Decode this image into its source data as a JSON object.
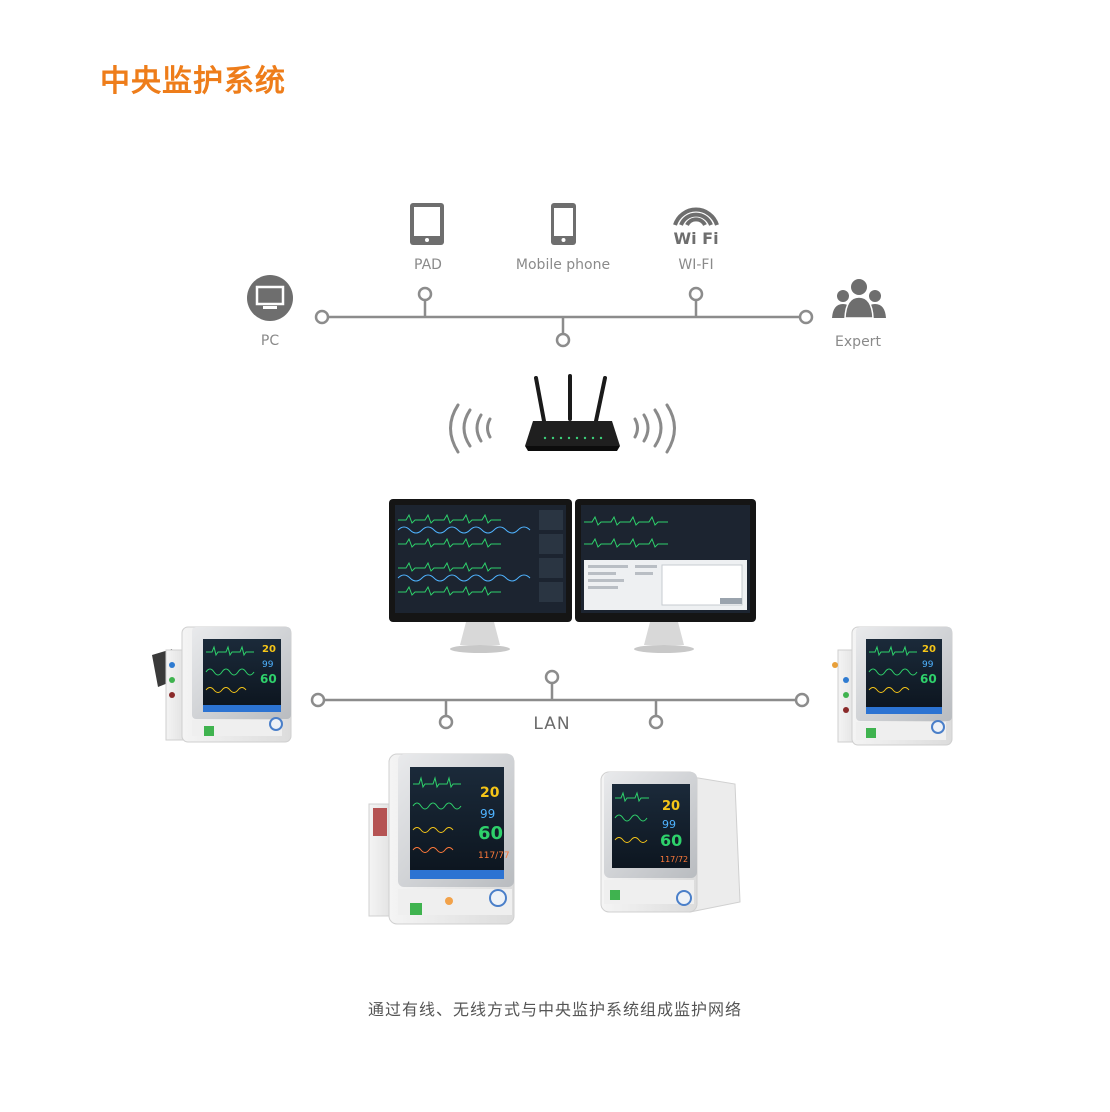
{
  "title": "中央监护系统",
  "colors": {
    "accent": "#ee7d1a",
    "line": "#8c8c8c",
    "icon": "#777777"
  },
  "top_network": {
    "nodes": [
      {
        "label": "PAD",
        "icon": "tablet-icon"
      },
      {
        "label": "Mobile phone",
        "icon": "mobile-phone-icon"
      },
      {
        "label": "WI-FI",
        "icon": "wifi-icon",
        "icon_text": "Wi Fi"
      },
      {
        "label": "PC",
        "icon": "pc-icon"
      },
      {
        "label": "Expert",
        "icon": "expert-group-icon"
      }
    ]
  },
  "router": {
    "icon": "wireless-router-icon"
  },
  "central_station": {
    "icon": "dual-monitor-workstation-icon"
  },
  "lan": {
    "label": "LAN"
  },
  "patient_monitors": [
    {
      "name": "monitor-left",
      "readings": [
        "20",
        "99",
        "60"
      ]
    },
    {
      "name": "monitor-right",
      "readings": [
        "20",
        "99",
        "60"
      ]
    },
    {
      "name": "monitor-front-left",
      "readings": [
        "20",
        "99",
        "60",
        "117/77"
      ]
    },
    {
      "name": "monitor-front-right",
      "readings": [
        "20",
        "99",
        "60",
        "117/72"
      ]
    }
  ],
  "caption": "通过有线、无线方式与中央监护系统组成监护网络"
}
